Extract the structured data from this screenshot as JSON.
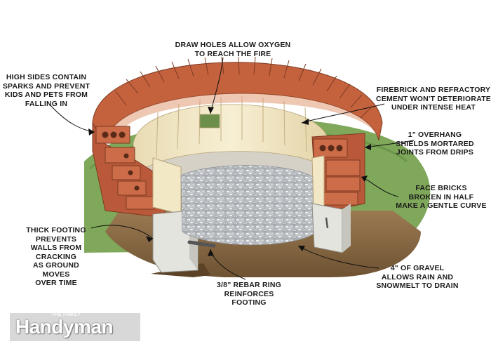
{
  "diagram": {
    "callouts": {
      "draw_holes": "DRAW HOLES ALLOW OXYGEN\nTO REACH THE FIRE",
      "high_sides": "HIGH SIDES CONTAIN\nSPARKS AND PREVENT\nKIDS AND PETS FROM\nFALLING IN",
      "firebrick": "FIREBRICK AND REFRACTORY\nCEMENT WON'T DETERIORATE\nUNDER INTENSE HEAT",
      "overhang": "1\" OVERHANG\nSHIELDS MORTARED\nJOINTS FROM DRIPS",
      "face_bricks": "FACE BRICKS\nBROKEN IN HALF\nMAKE A GENTLE CURVE",
      "footing": "THICK FOOTING\nPREVENTS\nWALLS FROM\nCRACKING\nAS GROUND\nMOVES\nOVER TIME",
      "gravel": "4\" OF GRAVEL\nALLOWS RAIN AND\nSNOWMELT TO DRAIN",
      "rebar": "3/8\" REBAR RING\nREINFORCES\nFOOTING"
    },
    "colors": {
      "brick": "#c4623e",
      "brick_light": "#e39a78",
      "firebrick": "#efe2bd",
      "gravel": "#c9ccd0",
      "grass": "#79a257",
      "soil": "#8a6a44",
      "concrete": "#dcdcd6"
    }
  },
  "logo": {
    "small": "THE FAMILY",
    "main": "Handyman"
  }
}
